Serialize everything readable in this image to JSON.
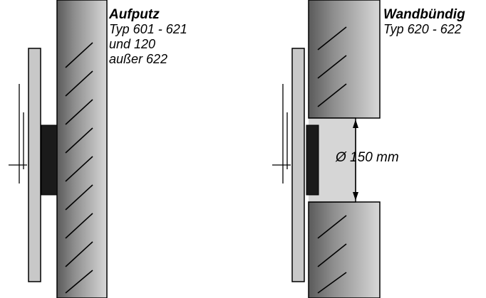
{
  "left": {
    "title": "Aufputz",
    "lines": [
      "Typ 601 - 621",
      "und 120",
      "außer 622"
    ]
  },
  "right": {
    "title": "Wandbündig",
    "lines": [
      "Typ 620 - 622"
    ]
  },
  "dimension": "Ø 150 mm",
  "colors": {
    "wall_dark": "#5a5a5a",
    "wall_mid": "#a0a0a0",
    "wall_light": "#dcdcdc",
    "panel": "#c8c8c8",
    "motor": "#1a1a1a",
    "opening": "#d6d6d6",
    "line": "#000000"
  }
}
